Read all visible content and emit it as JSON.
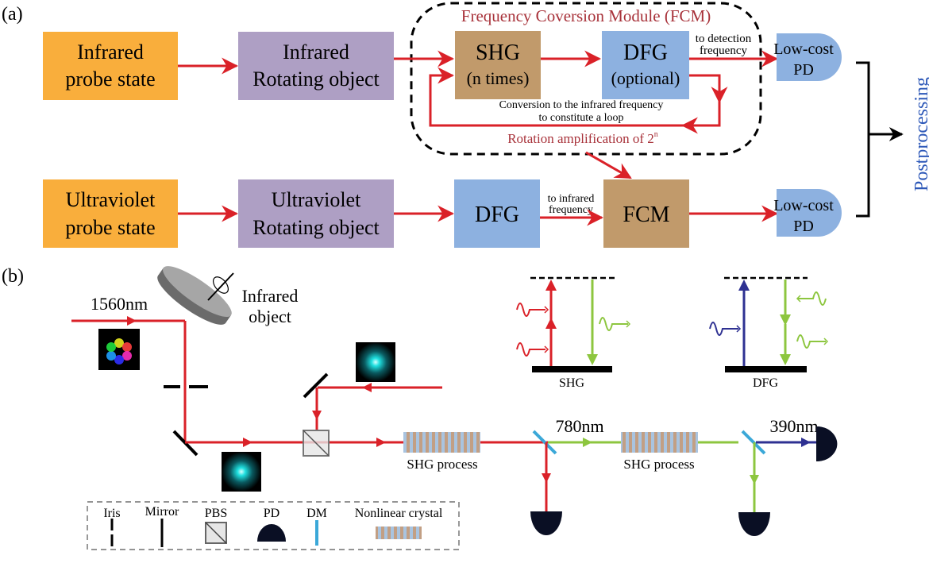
{
  "panel_a": {
    "label": "(a)",
    "row1": {
      "probe": [
        "Infrared",
        "probe state"
      ],
      "object": [
        "Infrared",
        "Rotating object"
      ]
    },
    "fcm": {
      "title": "Frequency Coversion Module (FCM)",
      "shg": [
        "SHG",
        "(n times)"
      ],
      "dfg": [
        "DFG",
        "(optional)"
      ],
      "to_detection": [
        "to detection",
        "frequency"
      ],
      "loop_note": [
        "Conversion to the infrared frequency",
        "to constitute a loop"
      ],
      "amplification": "Rotation amplification of 2",
      "amplification_sup": "n"
    },
    "row2": {
      "probe": [
        "Ultraviolet",
        "probe state"
      ],
      "object": [
        "Ultraviolet",
        "Rotating object"
      ],
      "dfg": "DFG",
      "to_infrared": [
        "to infrared",
        "frequency"
      ],
      "fcm": "FCM"
    },
    "pd_top": [
      "Low-cost",
      "PD"
    ],
    "pd_bottom": [
      "Low-cost",
      "PD"
    ],
    "postprocessing": "Postprocessing"
  },
  "panel_b": {
    "label": "(b)",
    "wavelength_in": "1560nm",
    "object_label": [
      "Infrared",
      "object"
    ],
    "shg_process_1": "SHG process",
    "shg_process_2": "SHG process",
    "wavelength_mid": "780nm",
    "wavelength_out": "390nm",
    "energy_shg": "SHG",
    "energy_dfg": "DFG",
    "legend": {
      "items": [
        "Iris",
        "Mirror",
        "PBS",
        "PD",
        "DM",
        "Nonlinear crystal"
      ]
    }
  },
  "colors": {
    "orange": "#F9AE3C",
    "purple": "#AE9FC4",
    "brown": "#C19A6B",
    "blue": "#8DB1E0",
    "red_beam": "#DA2128",
    "green_beam": "#8DC63F",
    "uv_beam": "#2E3192",
    "fcm_text": "#A8323A",
    "post_text": "#2D58B8",
    "dm": "#3BA8D8",
    "pd_dark": "#0A0F24"
  }
}
